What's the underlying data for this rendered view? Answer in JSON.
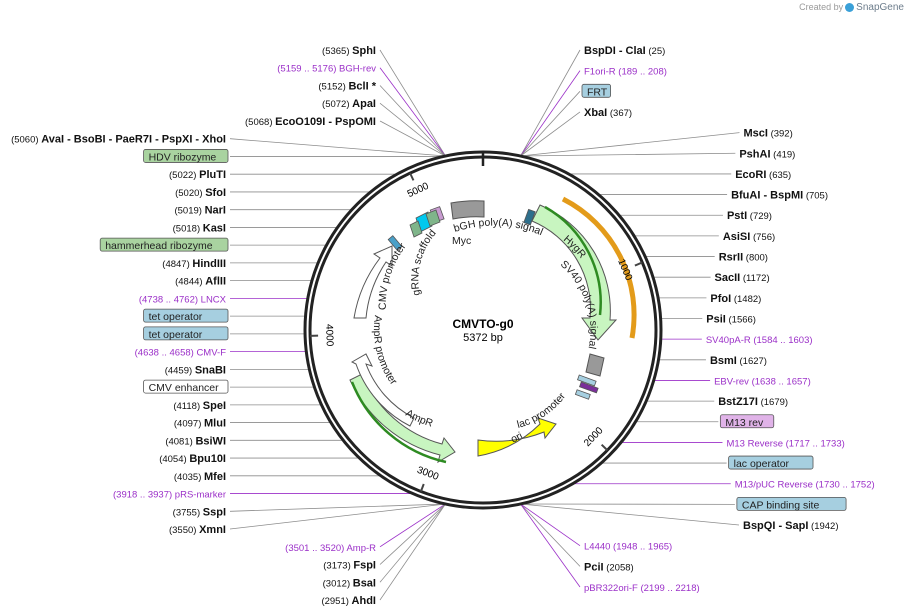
{
  "credit": {
    "prefix": "Created by",
    "brand": "SnapGene"
  },
  "plasmid": {
    "name": "CMVTO-g0",
    "length": "5372 bp"
  },
  "ticks": [
    "1000",
    "2000",
    "3000",
    "4000",
    "5000"
  ],
  "colors": {
    "backbone": "#222222",
    "tick": "#444444",
    "siteLine": "#8c8c8c",
    "primer": "#9b30c8",
    "hygr": "#c8f5c0",
    "hygrStroke": "#555555",
    "ori": "#ffff00",
    "ampr": "#c8f5c0",
    "cmv": "#ffffff",
    "polyA": "#999999",
    "green": "#2e8b22",
    "orange": "#e39b1a"
  },
  "features": {
    "bgh": "bGH poly(A) signal",
    "hygr": "HygR",
    "sv40": "SV40 poly(A) signal",
    "myc": "Myc",
    "grna": "gRNA scaffold",
    "cmv": "CMV promoter",
    "amprPromoter": "AmpR promoter",
    "ampr": "AmpR",
    "ori": "ori",
    "lacPromoter": "lac promoter"
  },
  "right_sites": [
    {
      "pos": "(25)",
      "name": "BspDI - ClaI"
    },
    {
      "pos": "(189 .. 208)",
      "name": "F1ori-R",
      "primer": true
    },
    {
      "name": "FRT",
      "box": "#a6cfe0"
    },
    {
      "pos": "(367)",
      "name": "XbaI"
    },
    {
      "pos": "(392)",
      "name": "MscI"
    },
    {
      "pos": "(419)",
      "name": "PshAI"
    },
    {
      "pos": "(635)",
      "name": "EcoRI"
    },
    {
      "pos": "(705)",
      "name": "BfuAI - BspMI"
    },
    {
      "pos": "(729)",
      "name": "PstI"
    },
    {
      "pos": "(756)",
      "name": "AsiSI"
    },
    {
      "pos": "(800)",
      "name": "RsrII"
    },
    {
      "pos": "(1172)",
      "name": "SacII"
    },
    {
      "pos": "(1482)",
      "name": "PfoI"
    },
    {
      "pos": "(1566)",
      "name": "PsiI"
    },
    {
      "pos": "(1584 .. 1603)",
      "name": "SV40pA-R",
      "primer": true
    },
    {
      "pos": "(1627)",
      "name": "BsmI"
    },
    {
      "pos": "(1638 .. 1657)",
      "name": "EBV-rev",
      "primer": true
    },
    {
      "pos": "(1679)",
      "name": "BstZ17I"
    },
    {
      "name": "M13 rev",
      "box": "#e0b3e8"
    },
    {
      "pos": "(1717 .. 1733)",
      "name": "M13 Reverse",
      "primer": true
    },
    {
      "name": "lac operator",
      "box": "#a6cfe0"
    },
    {
      "pos": "(1730 .. 1752)",
      "name": "M13/pUC Reverse",
      "primer": true
    },
    {
      "name": "CAP binding site",
      "box": "#a6cfe0"
    },
    {
      "pos": "(1942)",
      "name": "BspQI - SapI"
    },
    {
      "pos": "(1948 .. 1965)",
      "name": "L4440",
      "primer": true
    },
    {
      "pos": "(2058)",
      "name": "PciI"
    },
    {
      "pos": "(2199 .. 2218)",
      "name": "pBR322ori-F",
      "primer": true
    }
  ],
  "left_sites": [
    {
      "pos": "(5365)",
      "name": "SphI"
    },
    {
      "pos": "(5159 .. 5176)",
      "name": "BGH-rev",
      "primer": true
    },
    {
      "pos": "(5152)",
      "name": "BclI *"
    },
    {
      "pos": "(5072)",
      "name": "ApaI"
    },
    {
      "pos": "(5068)",
      "name": "EcoO109I - PspOMI"
    },
    {
      "pos": "(5060)",
      "name": "AvaI - BsoBI - PaeR7I - PspXI - XhoI"
    },
    {
      "name": "HDV ribozyme",
      "box": "#a9d3a0"
    },
    {
      "pos": "(5022)",
      "name": "PluTI"
    },
    {
      "pos": "(5020)",
      "name": "SfoI"
    },
    {
      "pos": "(5019)",
      "name": "NarI"
    },
    {
      "pos": "(5018)",
      "name": "KasI"
    },
    {
      "name": "hammerhead ribozyme",
      "box": "#a9d3a0"
    },
    {
      "pos": "(4847)",
      "name": "HindIII"
    },
    {
      "pos": "(4844)",
      "name": "AflII"
    },
    {
      "pos": "(4738 .. 4762)",
      "name": "LNCX",
      "primer": true
    },
    {
      "name": "tet operator",
      "box": "#a6cfe0"
    },
    {
      "name": "tet operator",
      "box": "#a6cfe0"
    },
    {
      "pos": "(4638 .. 4658)",
      "name": "CMV-F",
      "primer": true
    },
    {
      "pos": "(4459)",
      "name": "SnaBI"
    },
    {
      "name": "CMV enhancer",
      "box": "#ffffff"
    },
    {
      "pos": "(4118)",
      "name": "SpeI"
    },
    {
      "pos": "(4097)",
      "name": "MluI"
    },
    {
      "pos": "(4081)",
      "name": "BsiWI"
    },
    {
      "pos": "(4054)",
      "name": "Bpu10I"
    },
    {
      "pos": "(4035)",
      "name": "MfeI"
    },
    {
      "pos": "(3918 .. 3937)",
      "name": "pRS-marker",
      "primer": true
    },
    {
      "pos": "(3755)",
      "name": "SspI"
    },
    {
      "pos": "(3550)",
      "name": "XmnI"
    },
    {
      "pos": "(3501 .. 3520)",
      "name": "Amp-R",
      "primer": true
    },
    {
      "pos": "(3173)",
      "name": "FspI"
    },
    {
      "pos": "(3012)",
      "name": "BsaI"
    },
    {
      "pos": "(2951)",
      "name": "AhdI"
    }
  ]
}
